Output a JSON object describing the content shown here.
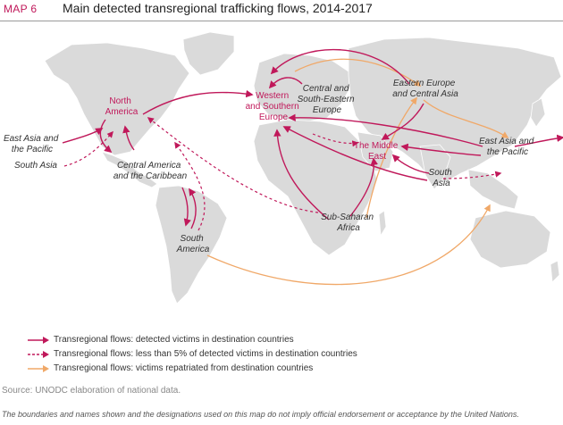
{
  "header": {
    "map_label": "MAP 6",
    "title": "Main detected transregional trafficking flows, 2014-2017"
  },
  "regions": {
    "north_america": [
      "North",
      "America"
    ],
    "western_southern_europe": [
      "Western",
      "and Southern",
      "Europe"
    ],
    "central_se_europe": [
      "Central and",
      "South-Eastern",
      "Europe"
    ],
    "eastern_europe_central_asia": [
      "Eastern Europe",
      "and Central Asia"
    ],
    "middle_east": [
      "The Middle",
      "East"
    ],
    "east_asia_pacific_right": [
      "East Asia and",
      "the Pacific"
    ],
    "east_asia_pacific_left": [
      "East Asia and",
      "the Pacific"
    ],
    "south_asia_left": [
      "South Asia"
    ],
    "south_asia_right": [
      "South",
      "Asia"
    ],
    "central_america_caribbean": [
      "Central America",
      "and the Caribbean"
    ],
    "south_america": [
      "South",
      "America"
    ],
    "sub_saharan_africa": [
      "Sub-Saharan",
      "Africa"
    ]
  },
  "colors": {
    "detected": "#c0185a",
    "less_than_5": "#c0185a",
    "repatriated": "#f0a868",
    "land": "#dadada",
    "sea": "#ffffff"
  },
  "legend": [
    {
      "style": "solid",
      "label": "Transregional flows: detected victims in destination countries"
    },
    {
      "style": "dashed",
      "label": "Transregional flows: less than 5% of detected victims in destination countries"
    },
    {
      "style": "light",
      "label": "Transregional flows: victims repatriated from destination countries"
    }
  ],
  "source": "Source: UNODC elaboration of national data.",
  "disclaimer": "The boundaries and names shown and the designations used on this map do not imply official endorsement or acceptance by the United Nations."
}
